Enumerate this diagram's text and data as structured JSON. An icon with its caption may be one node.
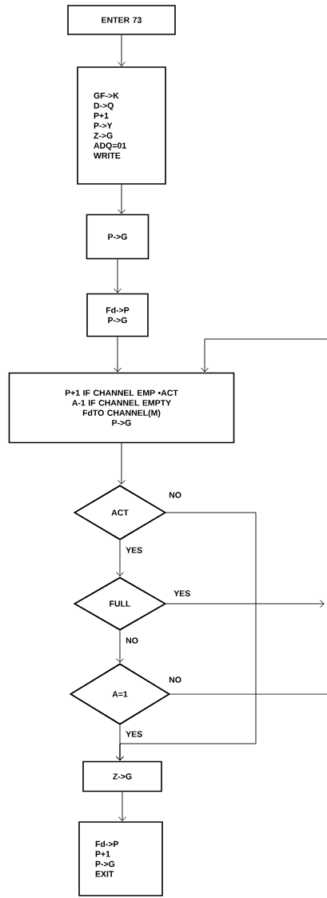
{
  "diagram": {
    "nodes": [
      {
        "text": [
          "ENTER 73"
        ]
      },
      {
        "text": [
          "GF->K",
          "D->Q",
          "P+1",
          "P->Y",
          "Z->G",
          "ADQ=01",
          "WRITE"
        ]
      },
      {
        "text": [
          "P->G"
        ]
      },
      {
        "text": [
          "Fd->P",
          "P->G"
        ]
      },
      {
        "text": [
          "P+1 IF CHANNEL EMP •ACT",
          "A-1 IF CHANNEL EMPTY",
          "FdTO CHANNEL(M)",
          "P->G"
        ]
      },
      {
        "text": [
          "ACT"
        ]
      },
      {
        "text": [
          "FULL"
        ]
      },
      {
        "text": [
          "A=1"
        ]
      },
      {
        "text": [
          "Z->G"
        ]
      },
      {
        "text": [
          "Fd->P",
          "P+1",
          "P->G",
          "EXIT"
        ]
      }
    ],
    "edges": [
      {
        "from": 0,
        "to": 1,
        "arrow": "to"
      },
      {
        "from": 1,
        "to": 2,
        "arrow": "to"
      },
      {
        "from": 2,
        "to": 3,
        "arrow": "to"
      },
      {
        "from": 3,
        "to": 4,
        "arrow": "to"
      },
      {
        "from": null,
        "to": 4,
        "arrow": "to"
      },
      {
        "from": 4,
        "to": 5,
        "arrow": "to"
      },
      {
        "from": 5,
        "to": 6,
        "label": "YES",
        "arrow": "to"
      },
      {
        "from": 5,
        "to": 8,
        "label": "NO",
        "arrow": "to"
      },
      {
        "from": 6,
        "to": null,
        "label": "YES",
        "arrow": "to"
      },
      {
        "from": 6,
        "to": 7,
        "label": "NO",
        "arrow": "to"
      },
      {
        "from": 7,
        "to": null,
        "label": "NO",
        "arrow": "none"
      },
      {
        "from": 7,
        "to": 8,
        "label": "YES",
        "arrow": "to"
      },
      {
        "from": 8,
        "to": 9,
        "arrow": "to"
      }
    ]
  }
}
